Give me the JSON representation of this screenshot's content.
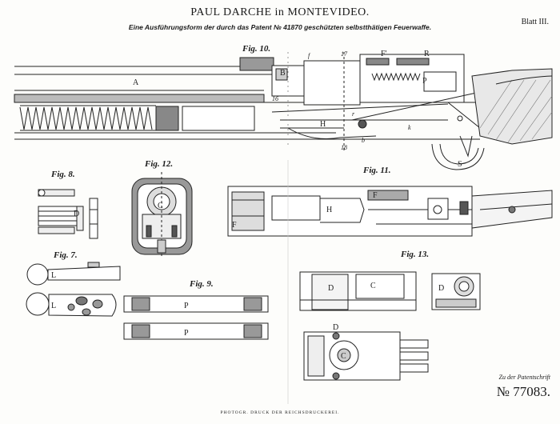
{
  "header": {
    "title": "PAUL DARCHE in MONTEVIDEO.",
    "subtitle": "Eine Ausführungsform der durch das Patent № 41870 geschützten selbstthätigen Feuerwaffe.",
    "sheet": "Blatt III."
  },
  "figures": {
    "fig10": "Fig. 10.",
    "fig8": "Fig. 8.",
    "fig12": "Fig. 12.",
    "fig11": "Fig. 11.",
    "fig7": "Fig. 7.",
    "fig9": "Fig. 9.",
    "fig13": "Fig. 13."
  },
  "labels": {
    "A": "A",
    "B": "B",
    "C": "C",
    "D": "D",
    "F": "F",
    "F1": "F'",
    "H": "H",
    "L": "L",
    "P": "P",
    "R": "R",
    "S": "S",
    "b": "b",
    "f": "f",
    "k": "k",
    "r": "r",
    "n17": "17",
    "n18": "18",
    "n16": "16"
  },
  "reference": "Zu der Patentschrift",
  "patent_number": "№ 77083.",
  "footer": "PHOTOGR. DRUCK DER REICHSDRUCKEREI."
}
